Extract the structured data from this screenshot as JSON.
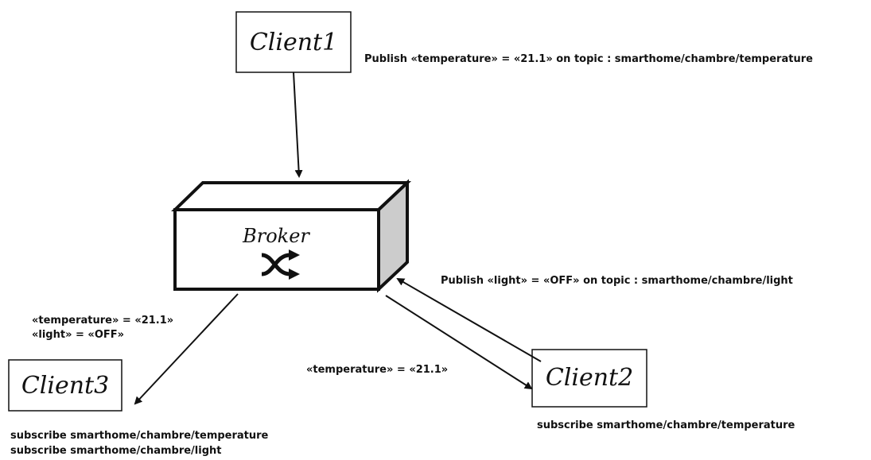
{
  "clients": {
    "client1": {
      "label": "Client1"
    },
    "client2": {
      "label": "Client2"
    },
    "client3": {
      "label": "Client3"
    }
  },
  "broker": {
    "label": "Broker",
    "icon": "shuffle-icon"
  },
  "messages": {
    "publish_temperature": "Publish «temperature» = «21.1» on topic : smarthome/chambre/temperature",
    "publish_light": "Publish «light» = «OFF» on topic : smarthome/chambre/light",
    "deliver_client2": "«temperature» = «21.1»",
    "deliver_client3_line1": "«temperature» = «21.1»",
    "deliver_client3_line2": "«light» = «OFF»"
  },
  "subscriptions": {
    "client2": [
      "subscribe smarthome/chambre/temperature"
    ],
    "client3": [
      "subscribe smarthome/chambre/temperature",
      "subscribe smarthome/chambre/light"
    ]
  },
  "colors": {
    "stroke": "#111111",
    "box_side": "#cccccc",
    "box_face": "#ffffff"
  }
}
